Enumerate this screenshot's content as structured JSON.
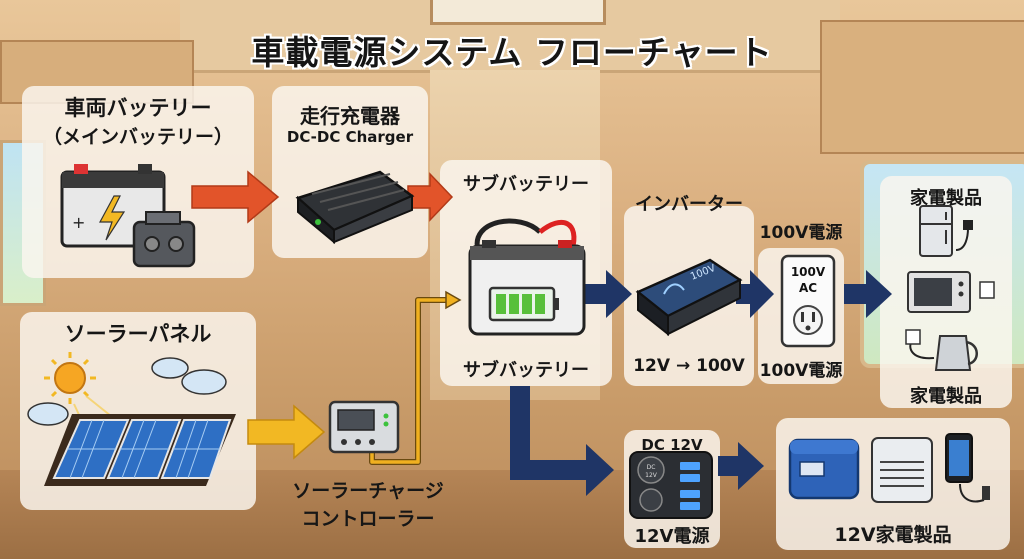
{
  "title": "車載電源システム フローチャート",
  "nodes": {
    "vehicle_battery": {
      "label": "車両バッテリー",
      "sub": "（メインバッテリー）"
    },
    "dcdc": {
      "label": "走行充電器",
      "sub": "DC-DC Charger"
    },
    "sub_battery": {
      "label_top": "サブバッテリー",
      "label_bottom": "サブバッテリー"
    },
    "inverter": {
      "label": "インバーター",
      "caption": "12V → 100V",
      "device_text": "100V"
    },
    "outlet": {
      "label_top": "100V電源",
      "label_bottom": "100V電源",
      "plate_text": "100V\nAC"
    },
    "appliances": {
      "label_top": "家電製品",
      "label_bottom": "家電製品"
    },
    "solar_panel": {
      "label": "ソーラーパネル"
    },
    "solar_controller": {
      "label_line1": "ソーラーチャージ",
      "label_line2": "コントローラー"
    },
    "dc_socket": {
      "label": "DC 12V",
      "caption": "12V電源",
      "socket_text": "DC\n12V"
    },
    "dc_appliances": {
      "label": "12V家電製品"
    }
  },
  "colors": {
    "arrow_orange": "#e2542a",
    "arrow_yellow": "#f2b823",
    "arrow_navy": "#1f3566",
    "wire_yellow": "#f0b020",
    "panel": "#faf6ee"
  },
  "icons": [
    "car-battery-icon",
    "engine-icon",
    "dcdc-charger-icon",
    "battery-icon",
    "inverter-icon",
    "wall-outlet-icon",
    "refrigerator-icon",
    "microwave-icon",
    "kettle-icon",
    "plug-icon",
    "sun-icon",
    "cloud-icon",
    "solar-panel-icon",
    "charge-controller-icon",
    "dc-socket-icon",
    "portable-fridge-icon",
    "fan-icon",
    "smartphone-icon"
  ]
}
